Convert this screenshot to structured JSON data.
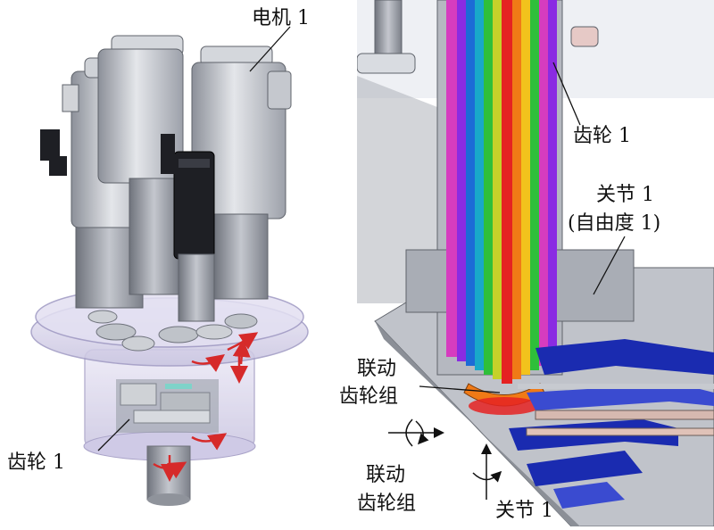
{
  "left_panel": {
    "motor_label": "电机 1",
    "gear_label": "齿轮 1"
  },
  "right_panel": {
    "gear_label": "齿轮 1",
    "joint_label": "关节 1",
    "dof_label": "(自由度 1)",
    "linkage_label_line1": "联动",
    "linkage_label_line2": "齿轮组",
    "linkage_bottom_line1": "联动",
    "linkage_bottom_line2": "齿轮组",
    "joint_bottom_label": "关节 1"
  },
  "colors": {
    "housing": "#b9bcc4",
    "housing_dark": "#7d818a",
    "motor_black": "#1e1f24",
    "acrylic": "#d9d6ec",
    "arrow_red": "#d62a2a",
    "cable_colors": [
      "#8a2be2",
      "#1c6bd6",
      "#19a8c9",
      "#2fbf3a",
      "#c6d12a",
      "#f2c21c",
      "#f07a16",
      "#e52222",
      "#d63cbf"
    ],
    "blue_part": "#1a2bb0"
  }
}
